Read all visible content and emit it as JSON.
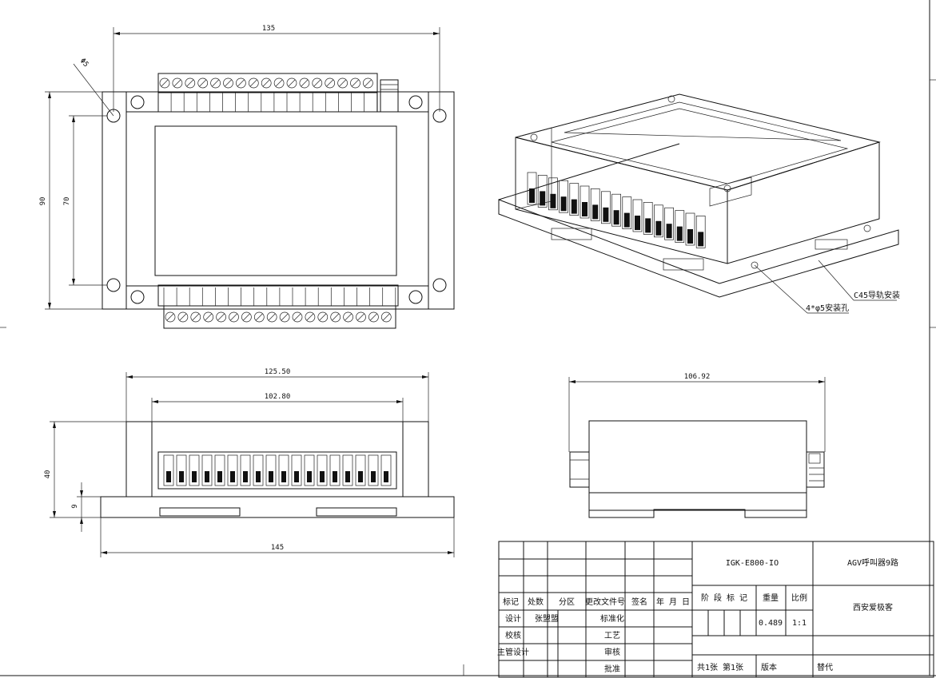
{
  "dimensions": {
    "top_width": "135",
    "hole_dia": "Φ5",
    "top_height_outer": "90",
    "top_height_inner": "70",
    "front_width_outer": "125.50",
    "front_width_inner": "102.80",
    "front_height": "40",
    "front_foot": "9",
    "front_base": "145",
    "side_width": "106.92"
  },
  "callouts": {
    "rail": "C45导轨安装",
    "holes": "4*φ5安装孔"
  },
  "title_block": {
    "col_headers": [
      "标记",
      "处数",
      "分区",
      "更改文件号",
      "签名",
      "年 月 日"
    ],
    "roles": [
      "设计",
      "校核",
      "主管设计"
    ],
    "designer": "张盟盟",
    "std_label": "标准化",
    "process_label": "工艺",
    "review_label": "审核",
    "approve_label": "批准",
    "model": "IGK-E800-IO",
    "product": "AGV呼叫器9路",
    "company": "西安爱极客",
    "stage_label": "阶 段 标 记",
    "weight_label": "重量",
    "scale_label": "比例",
    "weight": "0.489",
    "scale": "1:1",
    "sheets": "共1张  第1张",
    "version_label": "版本",
    "replace_label": "替代"
  }
}
